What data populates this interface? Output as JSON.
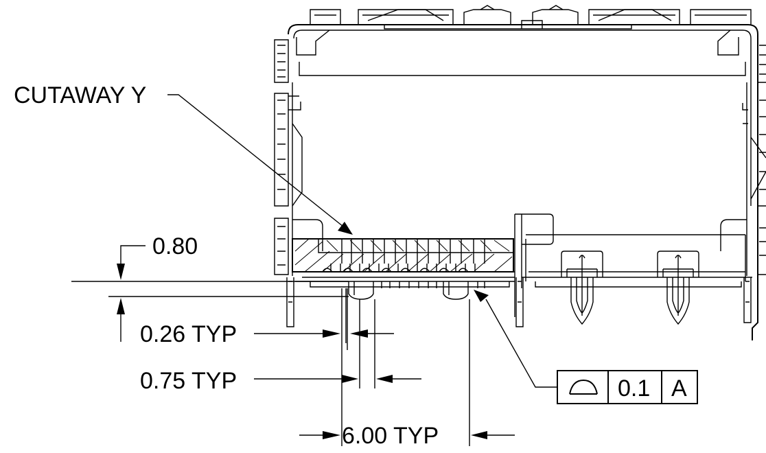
{
  "drawing": {
    "callout_cutaway": "CUTAWAY Y",
    "dim_gap": "0.80",
    "dim_pin_width": "0.26 TYP",
    "dim_pin_pitch": "0.75 TYP",
    "dim_post_spacing": "6.00 TYP",
    "fcf_symbol": "profile-of-surface-icon",
    "fcf_tolerance": "0.1",
    "fcf_datum": "A"
  }
}
